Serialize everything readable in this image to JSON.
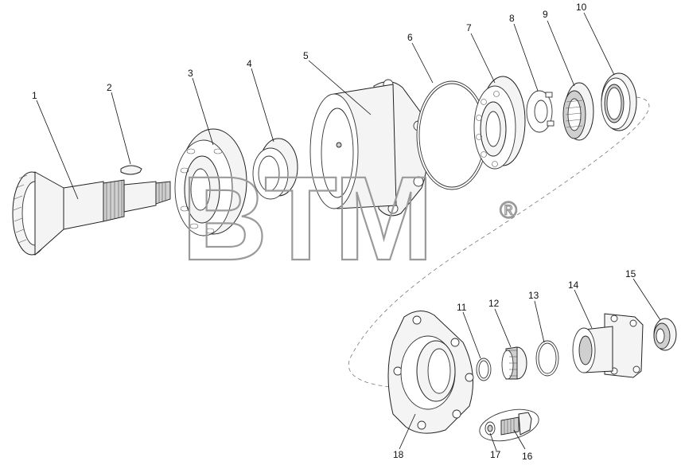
{
  "watermark": {
    "text": "BTM",
    "mark": "®"
  },
  "parts": [
    {
      "number": "1"
    },
    {
      "number": "2"
    },
    {
      "number": "3"
    },
    {
      "number": "4"
    },
    {
      "number": "5"
    },
    {
      "number": "6"
    },
    {
      "number": "7"
    },
    {
      "number": "8"
    },
    {
      "number": "9"
    },
    {
      "number": "10"
    },
    {
      "number": "11"
    },
    {
      "number": "12"
    },
    {
      "number": "13"
    },
    {
      "number": "14"
    },
    {
      "number": "15"
    },
    {
      "number": "16"
    },
    {
      "number": "17"
    },
    {
      "number": "18"
    }
  ]
}
